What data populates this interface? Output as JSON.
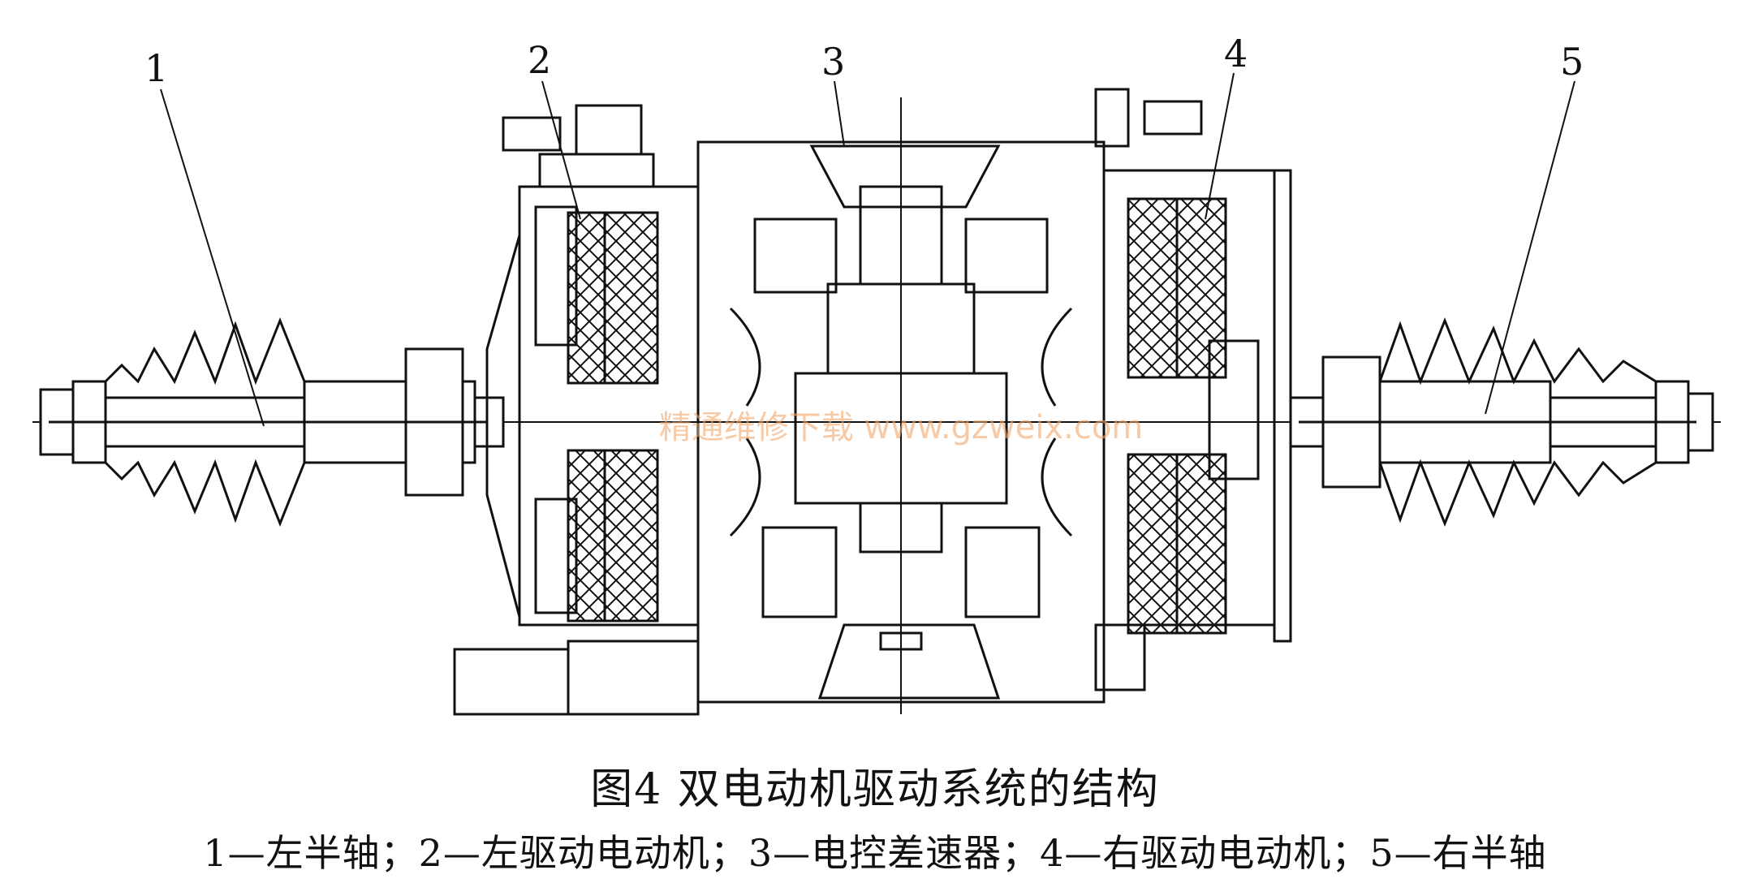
{
  "labels": [
    "1",
    "2",
    "3",
    "4",
    "5"
  ],
  "caption": "图4 双电动机驱动系统的结构",
  "legend": "1—左半轴；2—左驱动电动机；3—电控差速器；4—右驱动电动机；5—右半轴",
  "watermark": "精通维修下载 www.gzweix.com"
}
